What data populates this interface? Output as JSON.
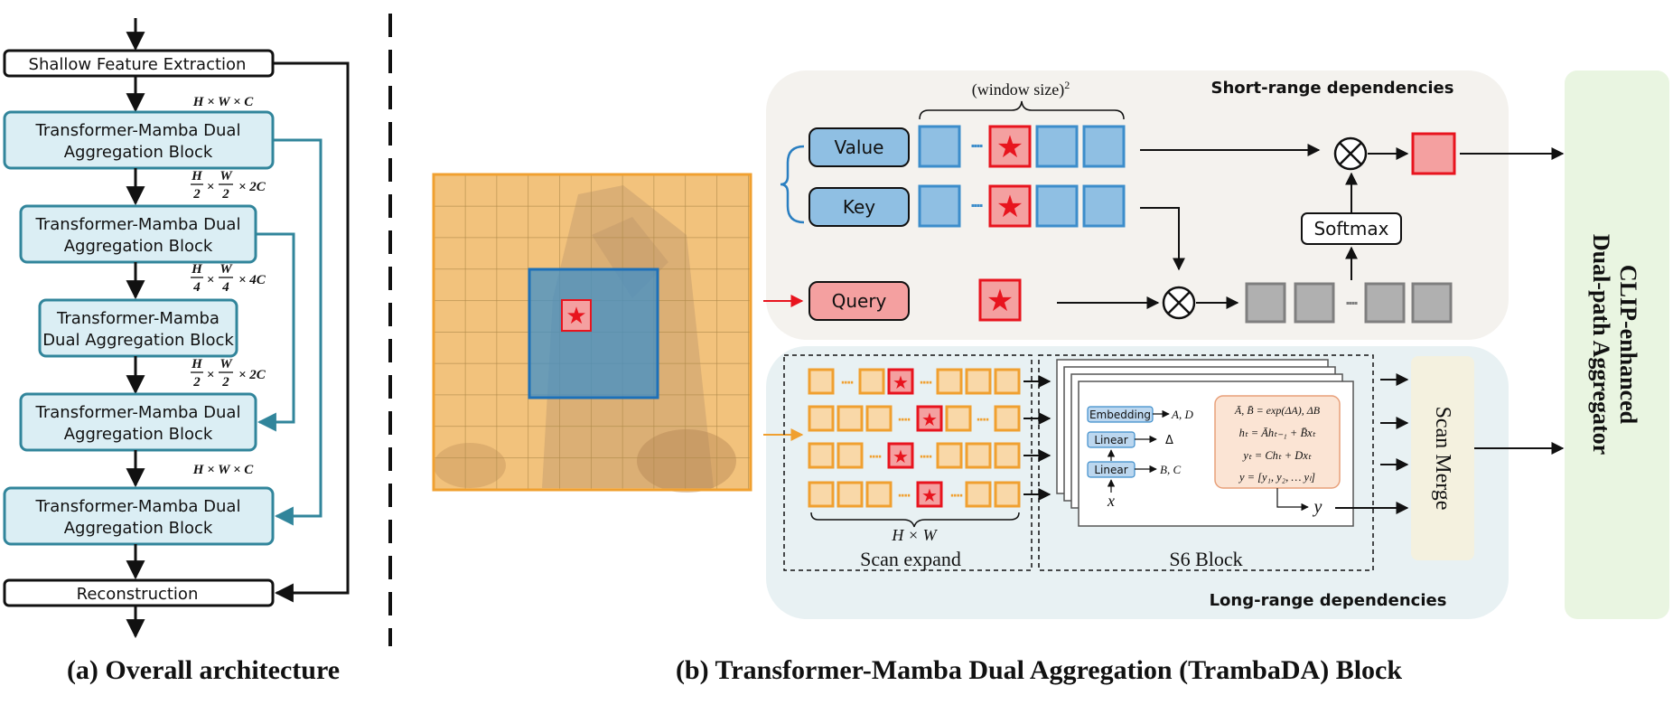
{
  "left_panel": {
    "shallow_feature_extraction": "Shallow Feature Extraction",
    "reconstruction": "Reconstruction",
    "block1": {
      "line1": "Transformer-Mamba Dual",
      "line2": "Aggregation Block"
    },
    "block2": {
      "line1": "Transformer-Mamba Dual",
      "line2": "Aggregation Block"
    },
    "block3": {
      "line1": "Transformer-Mamba",
      "line2": "Dual Aggregation Block"
    },
    "block4": {
      "line1": "Transformer-Mamba Dual",
      "line2": "Aggregation Block"
    },
    "block5": {
      "line1": "Transformer-Mamba Dual",
      "line2": "Aggregation Block"
    },
    "dim1": "H × W × C",
    "dim2_a": "H",
    "dim2_b": "2",
    "dim2_c": "W",
    "dim2_d": "2",
    "dim2_e": "× 2C",
    "dim3_a": "H",
    "dim3_b": "4",
    "dim3_c": "W",
    "dim3_d": "4",
    "dim3_e": "× 4C",
    "dim4_a": "H",
    "dim4_b": "2",
    "dim4_c": "W",
    "dim4_d": "2",
    "dim4_e": "× 2C",
    "dim5": "H × W × C",
    "caption": "(a) Overall architecture"
  },
  "right_panel": {
    "short_range_label": "Short-range dependencies",
    "long_range_label": "Long-range dependencies",
    "window_size": "(window size)",
    "window_size_sup": "2",
    "value_label": "Value",
    "key_label": "Key",
    "query_label": "Query",
    "softmax_label": "Softmax",
    "hw_label": "H × W",
    "scan_expand_label": "Scan expand",
    "s6_block_label": "S6 Block",
    "scan_merge_label": "Scan Merge",
    "embedding_label": "Embedding",
    "linear1_label": "Linear",
    "linear2_label": "Linear",
    "ad_label": "A, D",
    "delta_label": "Δ",
    "bc_label": "B, C",
    "x_label": "x",
    "y_label": "y",
    "eq1": "Ā, B̄ = exp(ΔA), ΔB",
    "eq2": "hₜ = Āhₜ₋₁ + B̄xₜ",
    "eq3": "yₜ = Chₜ + Dxₜ",
    "eq4": "y = [y₁, y₂, … yₗ]",
    "clip_line1": "CLIP-enhanced",
    "clip_line2": "Dual-path Aggregator",
    "dots": "····",
    "caption": "(b) Transformer-Mamba Dual Aggregation (TrambaDA) Block"
  },
  "colors": {
    "block_fill": "#dbeef4",
    "block_stroke": "#31859b",
    "token_blue": "#8fbfe3",
    "token_blue_stroke": "#3c8dcb",
    "token_red": "#f4a0a0",
    "star_red": "#e8141e",
    "token_orange_fill": "#f9d8a8",
    "token_orange_stroke": "#f0a030",
    "short_range_bg": "#f4f2ee",
    "long_range_bg": "#e8f1f3",
    "clip_bg": "#e9f5e1",
    "scan_merge_bg": "#f4f1df"
  }
}
